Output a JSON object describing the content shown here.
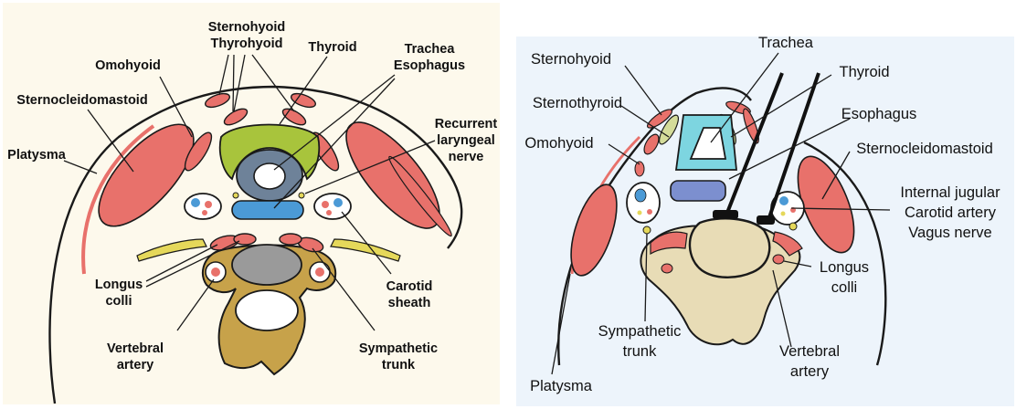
{
  "left_panel": {
    "labels": {
      "sternohyoid": "Sternohyoid",
      "thyrohyoid": "Thyrohyoid",
      "thyroid": "Thyroid",
      "trachea": "Trachea",
      "esophagus": "Esophagus",
      "omohyoid": "Omohyoid",
      "sternocleidomastoid": "Sternocleidomastoid",
      "recurrent_1": "Recurrent",
      "recurrent_2": "laryngeal",
      "recurrent_3": "nerve",
      "platysma": "Platysma",
      "longus_1": "Longus",
      "longus_2": "colli",
      "carotid_1": "Carotid",
      "carotid_2": "sheath",
      "vertebral_1": "Vertebral",
      "vertebral_2": "artery",
      "sympathetic_1": "Sympathetic",
      "sympathetic_2": "trunk"
    }
  },
  "right_panel": {
    "labels": {
      "trachea": "Trachea",
      "sternohyoid": "Sternohyoid",
      "thyroid": "Thyroid",
      "sternothyroid": "Sternothyroid",
      "esophagus": "Esophagus",
      "omohyoid": "Omohyoid",
      "sternocleidomastoid": "Sternocleidomastoid",
      "internal_jugular": "Internal jugular",
      "carotid_artery": "Carotid artery",
      "vagus_nerve": "Vagus nerve",
      "longus_1": "Longus",
      "longus_2": "colli",
      "sympathetic_1": "Sympathetic",
      "sympathetic_2": "trunk",
      "vertebral_1": "Vertebral",
      "vertebral_2": "artery",
      "platysma": "Platysma"
    }
  },
  "colors": {
    "muscle": "#e8716b",
    "thyroid_green": "#a8c43c",
    "trachea_slate": "#6e8299",
    "esophagus_blue": "#4b9ad6",
    "vertebra_tan": "#c7a24a",
    "sympathetic_yellow": "#e5d85a",
    "disc_gray": "#9a9a9a",
    "right_thyroid_cyan": "#7dd5e0",
    "right_esophagus_blue": "#7c8fcf",
    "right_bone": "#e8dcb6",
    "right_sternothyroid_green": "#d4dc9a",
    "left_background": "#fdf9ec",
    "right_background": "#edf4fb"
  }
}
